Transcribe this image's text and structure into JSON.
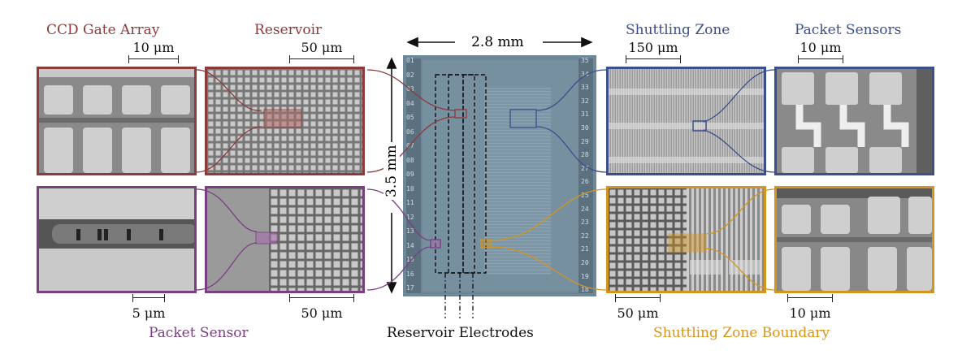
{
  "labels": {
    "ccd_gate_array": "CCD Gate Array",
    "reservoir": "Reservoir",
    "shuttling_zone": "Shuttling Zone",
    "packet_sensors": "Packet Sensors",
    "packet_sensor": "Packet Sensor",
    "reservoir_electrodes": "Reservoir Electrodes",
    "shuttling_zone_boundary": "Shuttling Zone Boundary"
  },
  "dimensions": {
    "width": "2.8 mm",
    "height": "3.5 mm"
  },
  "scale_bars": {
    "ccd": "10 μm",
    "reservoir": "50 μm",
    "shuttling": "150 μm",
    "sensors": "10 μm",
    "packet_sensor": "5 μm",
    "reservoir_lower": "50 μm",
    "boundary_left": "50 μm",
    "boundary_right": "10 μm"
  },
  "pad_numbers": {
    "left": [
      "01",
      "02",
      "03",
      "04",
      "05",
      "06",
      "07",
      "08",
      "09",
      "10",
      "11",
      "12",
      "13",
      "14",
      "15",
      "16",
      "17"
    ],
    "right": [
      "35",
      "34",
      "33",
      "32",
      "31",
      "30",
      "29",
      "28",
      "27",
      "26",
      "25",
      "24",
      "23",
      "22",
      "21",
      "20",
      "19",
      "18"
    ]
  },
  "colors": {
    "red": "#8c3a3a",
    "blue": "#3a4f8c",
    "purple": "#7a3f80",
    "orange": "#d4951e"
  }
}
